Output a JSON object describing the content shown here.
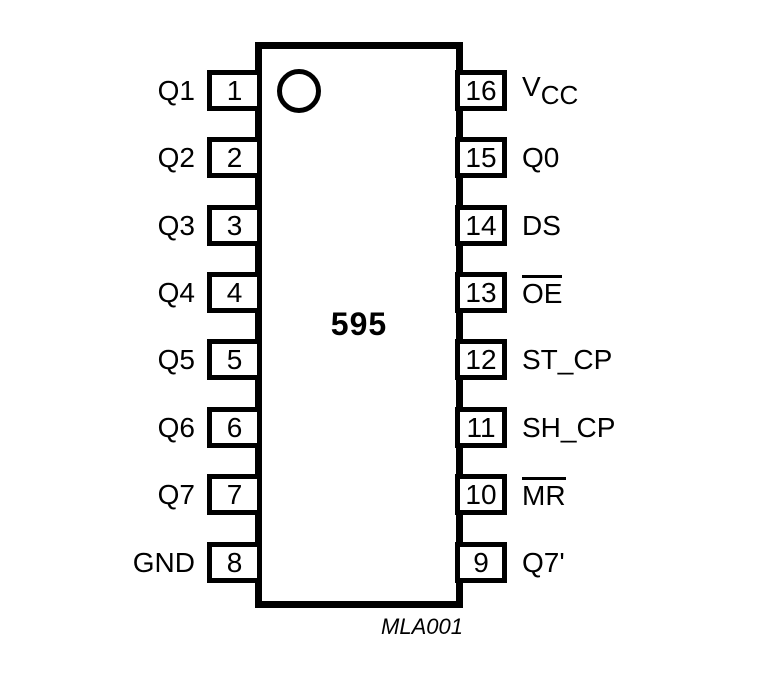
{
  "diagram": {
    "chip_label": "595",
    "figure_code": "MLA001",
    "icons": {
      "pin1_indicator": "circle"
    },
    "colors": {
      "line": "#000000",
      "background": "#ffffff"
    },
    "pins": {
      "left": [
        {
          "number": "1",
          "label": "Q1"
        },
        {
          "number": "2",
          "label": "Q2"
        },
        {
          "number": "3",
          "label": "Q3"
        },
        {
          "number": "4",
          "label": "Q4"
        },
        {
          "number": "5",
          "label": "Q5"
        },
        {
          "number": "6",
          "label": "Q6"
        },
        {
          "number": "7",
          "label": "Q7"
        },
        {
          "number": "8",
          "label": "GND"
        }
      ],
      "right": [
        {
          "number": "16",
          "label_main": "V",
          "label_sub": "CC"
        },
        {
          "number": "15",
          "label": "Q0"
        },
        {
          "number": "14",
          "label": "DS"
        },
        {
          "number": "13",
          "label": "OE",
          "overline": true
        },
        {
          "number": "12",
          "label": "ST_CP"
        },
        {
          "number": "11",
          "label": "SH_CP"
        },
        {
          "number": "10",
          "label": "MR",
          "overline": true
        },
        {
          "number": "9",
          "label": "Q7'"
        }
      ]
    }
  }
}
